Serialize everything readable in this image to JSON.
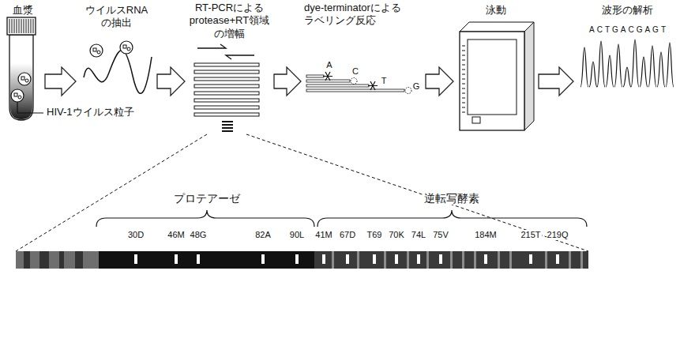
{
  "diagram": {
    "nodes": [
      {
        "text": [
          "血漿"
        ]
      },
      {
        "text": [
          "ウイルスRNA の抽出"
        ]
      },
      {
        "text": [
          "RT-PCRによる protease+RT領域 の増幅"
        ]
      },
      {
        "text": [
          "dye-terminatorによる ラベリング反応"
        ]
      },
      {
        "text": [
          "泳動"
        ]
      },
      {
        "text": [
          "波形の解析"
        ]
      }
    ],
    "edges": [
      {
        "from": 0,
        "to": 1,
        "arrow": "to"
      },
      {
        "from": 1,
        "to": 2,
        "arrow": "to"
      },
      {
        "from": 2,
        "to": 3,
        "arrow": "to"
      },
      {
        "from": 3,
        "to": 4,
        "arrow": "to"
      },
      {
        "from": 4,
        "to": 5,
        "arrow": "to"
      }
    ],
    "labels": [
      "A",
      "C",
      "T",
      "G",
      "ACTGACGAGT",
      "HIV-1ウイルス粒子",
      "プロテアーゼ",
      "逆転写酵素",
      "30D",
      "46M",
      "48G",
      "82A",
      "90L",
      "41M",
      "67D",
      "T69",
      "70K",
      "74L",
      "75V",
      "184M",
      "215T",
      "219Q"
    ]
  }
}
